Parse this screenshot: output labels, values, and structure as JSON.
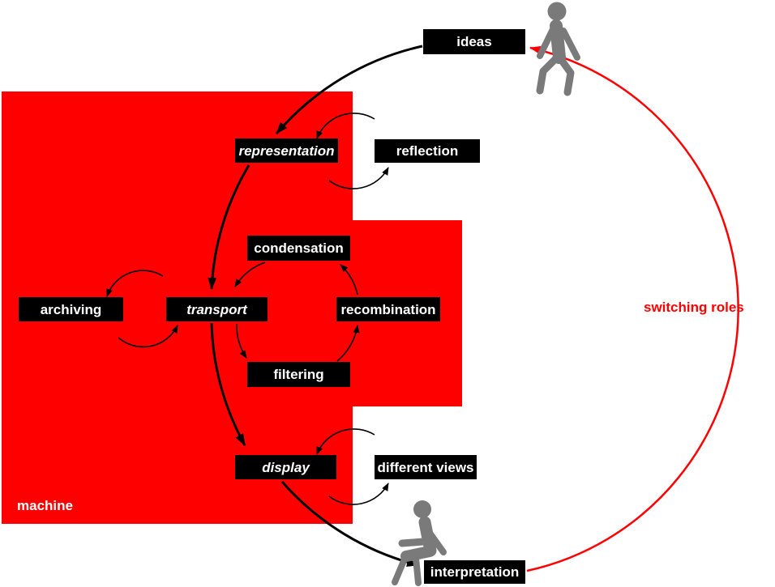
{
  "diagram": {
    "description_visible_elements_only": true,
    "colors": {
      "background": "#ffffff",
      "machine_region": "#ff0000",
      "node_background": "#000000",
      "node_text": "#ffffff",
      "machine_side_arc": "#000000",
      "human_side_arc": "#ff0000",
      "loop_arrows": "#000000",
      "person_icon": "#7a7a7a"
    },
    "region_labels": {
      "machine": "machine",
      "switching_roles": "switching roles"
    },
    "nodes": {
      "ideas": {
        "label": "ideas",
        "italic": false
      },
      "representation": {
        "label": "representation",
        "italic": true
      },
      "reflection": {
        "label": "reflection",
        "italic": false
      },
      "condensation": {
        "label": "condensation",
        "italic": false
      },
      "archiving": {
        "label": "archiving",
        "italic": false
      },
      "transport": {
        "label": "transport",
        "italic": true
      },
      "recombination": {
        "label": "recombination",
        "italic": false
      },
      "filtering": {
        "label": "filtering",
        "italic": false
      },
      "display": {
        "label": "display",
        "italic": true
      },
      "different_views": {
        "label": "different views",
        "italic": false
      },
      "interpretation": {
        "label": "interpretation",
        "italic": false
      }
    },
    "cycles": {
      "outer_black_path": [
        "ideas",
        "representation",
        "transport",
        "display",
        "interpretation"
      ],
      "outer_red_path": [
        "interpretation",
        "ideas"
      ],
      "inner_machine_cycle": [
        "condensation",
        "transport",
        "filtering",
        "recombination"
      ],
      "pair_loops": [
        [
          "representation",
          "reflection"
        ],
        [
          "archiving",
          "transport"
        ],
        [
          "display",
          "different views"
        ]
      ]
    },
    "icons": [
      "standing-person-icon",
      "sitting-person-icon"
    ]
  }
}
